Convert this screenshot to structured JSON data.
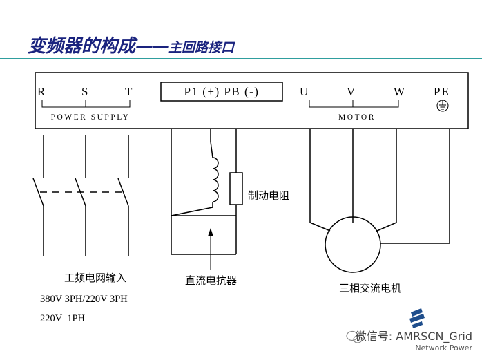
{
  "title": {
    "main": "变频器的构成",
    "dash": "——",
    "sub": "主回路接口"
  },
  "terminals": {
    "power": [
      "R",
      "S",
      "T"
    ],
    "power_label": "POWER SUPPLY",
    "dc": "P1 (+) PB (-)",
    "motor": [
      "U",
      "V",
      "W"
    ],
    "motor_label": "MOTOR",
    "ground": "PE"
  },
  "labels": {
    "brake_resistor": "制动电阻",
    "dc_reactor": "直流电抗器",
    "motor": "三相交流电机",
    "grid_input": "工频电网输入",
    "spec_line1": "380V 3PH/220V 3PH",
    "spec_line2": "220V  1PH"
  },
  "watermark": {
    "text": "微信号: AMRSCN_Grid",
    "sub": "Network Power"
  },
  "colors": {
    "accent_line": "#2f9e9e",
    "title": "#1a237e",
    "ink": "#000000"
  }
}
